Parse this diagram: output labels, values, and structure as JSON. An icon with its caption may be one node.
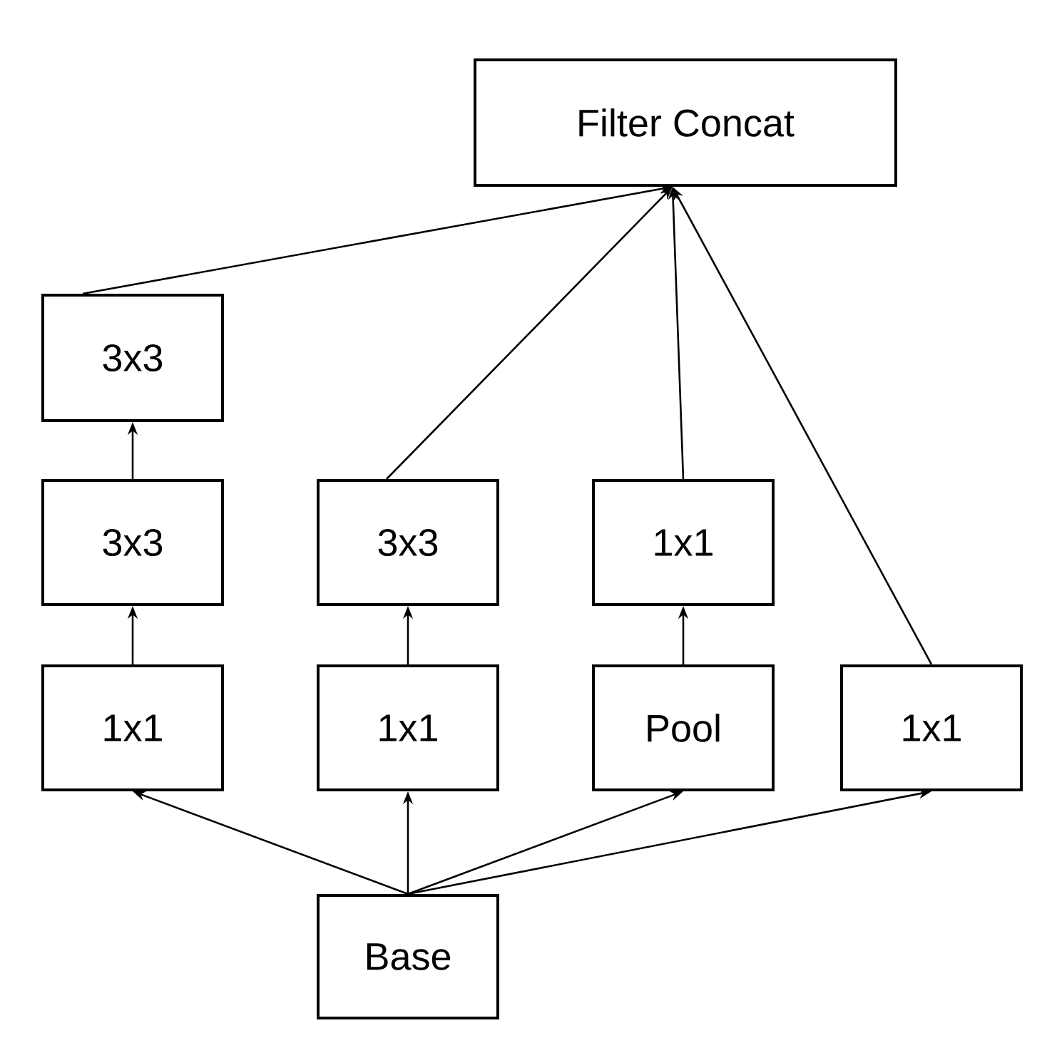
{
  "diagram": {
    "nodes": [
      {
        "text": [
          "Filter Concat"
        ]
      },
      {
        "text": [
          "3x3"
        ]
      },
      {
        "text": [
          "3x3"
        ]
      },
      {
        "text": [
          "3x3"
        ]
      },
      {
        "text": [
          "1x1"
        ]
      },
      {
        "text": [
          "1x1"
        ]
      },
      {
        "text": [
          "1x1"
        ]
      },
      {
        "text": [
          "Pool"
        ]
      },
      {
        "text": [
          "1x1"
        ]
      },
      {
        "text": [
          "Base"
        ]
      }
    ],
    "edges": [
      {
        "from": 9,
        "to": 5,
        "arrow": "to"
      },
      {
        "from": 9,
        "to": 6,
        "arrow": "to"
      },
      {
        "from": 9,
        "to": 7,
        "arrow": "to"
      },
      {
        "from": 9,
        "to": 8,
        "arrow": "to"
      },
      {
        "from": 5,
        "to": 2,
        "arrow": "to"
      },
      {
        "from": 2,
        "to": 1,
        "arrow": "to"
      },
      {
        "from": 6,
        "to": 3,
        "arrow": "to"
      },
      {
        "from": 7,
        "to": 4,
        "arrow": "to"
      },
      {
        "from": 1,
        "to": 0,
        "arrow": "to"
      },
      {
        "from": 3,
        "to": 0,
        "arrow": "to"
      },
      {
        "from": 4,
        "to": 0,
        "arrow": "to"
      },
      {
        "from": 8,
        "to": 0,
        "arrow": "to"
      }
    ]
  }
}
